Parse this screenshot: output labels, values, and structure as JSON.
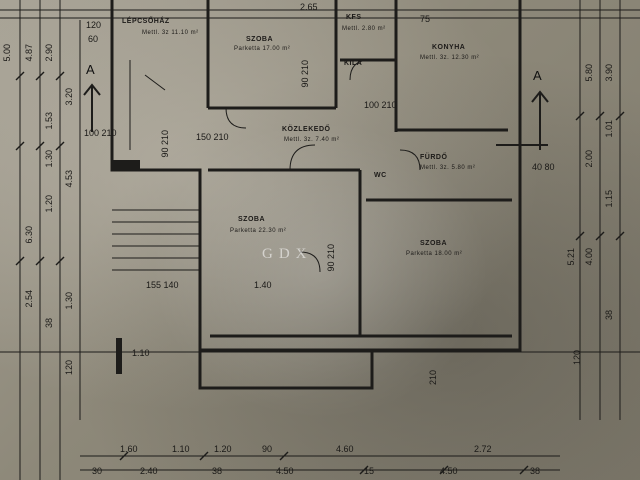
{
  "image": {
    "description_tag": "photo-of-floor-plan"
  },
  "rooms": [
    {
      "name": "LÉPCSŐHÁZ",
      "detail": "Mettl. 3z  11.10 m²"
    },
    {
      "name": "SZOBA",
      "detail": "Parketta  17.00 m²"
    },
    {
      "name": "KFS",
      "detail": "Mettl.  2.80 m²"
    },
    {
      "name": "KONYHA",
      "detail": "Mettl. 3z.  12.30 m²"
    },
    {
      "name": "KILÁ",
      "detail": ""
    },
    {
      "name": "KÖZLEKEDŐ",
      "detail": "Mettl. 3z.  7.40 m²"
    },
    {
      "name": "FÜRDŐ",
      "detail": "Mettl. 3z.  5.80 m²"
    },
    {
      "name": "WC",
      "detail": ""
    },
    {
      "name": "SZOBA",
      "detail": "Parketta  22.30 m²"
    },
    {
      "name": "SZOBA",
      "detail": "Parketta  18.00 m²"
    }
  ],
  "section_marks": [
    "A",
    "A"
  ],
  "watermark": "GDX",
  "dimensions": {
    "top": [
      "120",
      "60",
      "2.65",
      "75"
    ],
    "left": [
      "5.00",
      "4.87",
      "2.90",
      "3.20",
      "1.53",
      "4.53",
      "1.30",
      "6.30",
      "1.20",
      "2.54",
      "38",
      "1.30",
      "120"
    ],
    "right": [
      "5.80",
      "3.90",
      "1.01",
      "2.00",
      "1.15",
      "5.21",
      "4.00",
      "38",
      "120"
    ],
    "bottom_row1": [
      "1.60",
      "1.10",
      "1.20",
      "90",
      "4.60",
      "2.72"
    ],
    "bottom_row2": [
      "30",
      "2.40",
      "38",
      "4.50",
      "15",
      "4.50",
      "38"
    ],
    "interior": [
      "100 210",
      "90 210",
      "150 210",
      "90 210",
      "100 210",
      "90 210",
      "155 140",
      "1.10",
      "40 80",
      "1.40",
      "210"
    ]
  }
}
